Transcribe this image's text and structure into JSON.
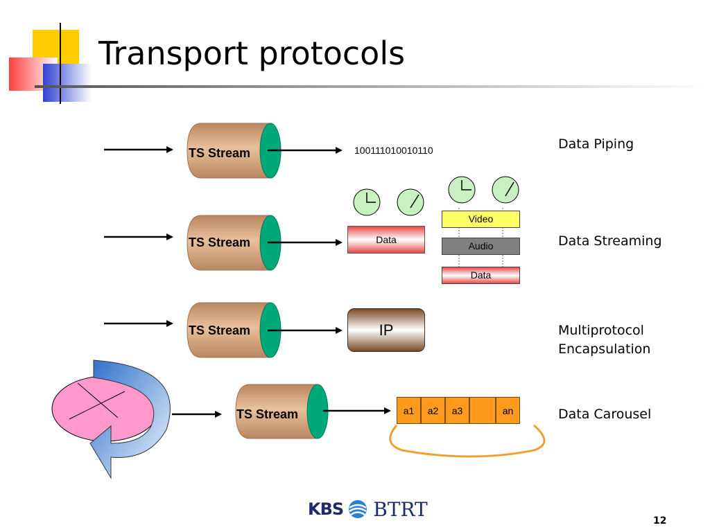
{
  "title": "Transport protocols",
  "rows": [
    {
      "cylinder": "TS Stream",
      "right_label": "Data Piping"
    },
    {
      "cylinder": "TS Stream",
      "right_label": "Data Streaming"
    },
    {
      "cylinder": "TS Stream",
      "right_label_lines": [
        "Multiprotocol",
        "Encapsulation"
      ]
    },
    {
      "cylinder": "TS Stream",
      "right_label": "Data Carousel"
    }
  ],
  "piping_bits": "100111010010110",
  "streaming": {
    "data_box": "Data",
    "stack": [
      "Video",
      "Audio",
      "Data"
    ]
  },
  "mpe": {
    "box": "IP"
  },
  "carousel": {
    "cells": [
      "a1",
      "a2",
      "a3",
      "",
      "an"
    ]
  },
  "footer": {
    "logo_kbs": "KBS",
    "logo_btrt": "BTRT",
    "slide_number": "12"
  },
  "colors": {
    "cylinder_body": "#cf9f78",
    "cylinder_end": "#00a87a",
    "clock_fill": "#c8f0c0",
    "video_yellow": "#ffff66",
    "audio_gray": "#808080",
    "carousel_orange": "#ff9a1e",
    "disk_pink": "#ff99cc",
    "arc_blue": "#3a7fd0"
  }
}
